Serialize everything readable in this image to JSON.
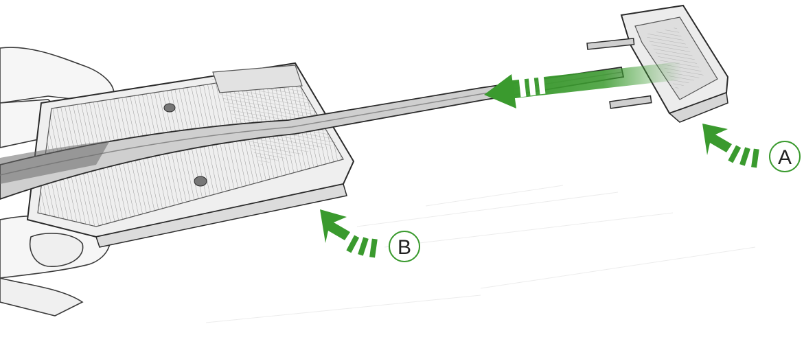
{
  "colors": {
    "accent_green": "#3a9a2e",
    "sketch_ink": "#2a2a2a",
    "paper": "#ffffff",
    "part_fill": "#e6e6e6"
  },
  "callouts": [
    {
      "id": "A",
      "label": "A",
      "icon": "curved-arrow-icon"
    },
    {
      "id": "B",
      "label": "B",
      "icon": "curved-arrow-icon"
    }
  ],
  "direction_arrow": {
    "icon": "sliding-arrow-icon"
  }
}
